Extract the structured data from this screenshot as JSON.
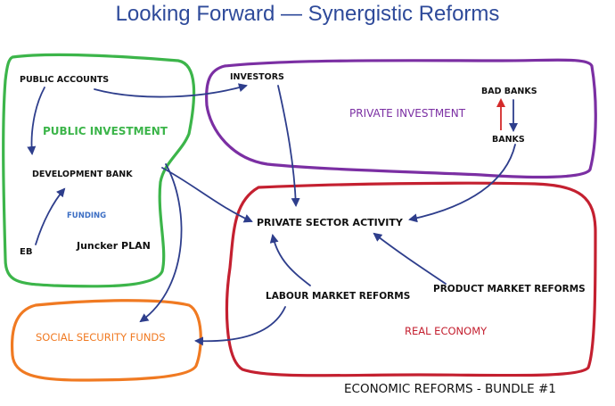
{
  "title": "Looking Forward — Synergistic Reforms",
  "colors": {
    "title": "#2e4a9a",
    "public_investment": "#3cb54a",
    "private_investment": "#7b2fa3",
    "real_economy": "#c42030",
    "social_security": "#f07a22",
    "arrows": "#2e3e8c",
    "up_arrow": "#d42a2a",
    "text": "#111111"
  },
  "nodes": {
    "public_accounts": "PUBLIC ACCOUNTS",
    "public_investment": "PUBLIC INVESTMENT",
    "development_bank": "DEVELOPMENT BANK",
    "funding": "FUNDING",
    "eb": "EB",
    "juncker_plan": "Juncker PLAN",
    "investors": "INVESTORS",
    "private_investment": "PRIVATE INVESTMENT",
    "bad_banks": "BAD BANKS",
    "banks": "BANKS",
    "private_sector_activity": "PRIVATE SECTOR ACTIVITY",
    "labour_market_reforms": "LABOUR MARKET REFORMS",
    "product_market_reforms": "PRODUCT MARKET REFORMS",
    "real_economy": "REAL ECONOMY",
    "social_security_funds": "SOCIAL SECURITY FUNDS"
  },
  "footer": "ECONOMIC REFORMS - BUNDLE #1"
}
